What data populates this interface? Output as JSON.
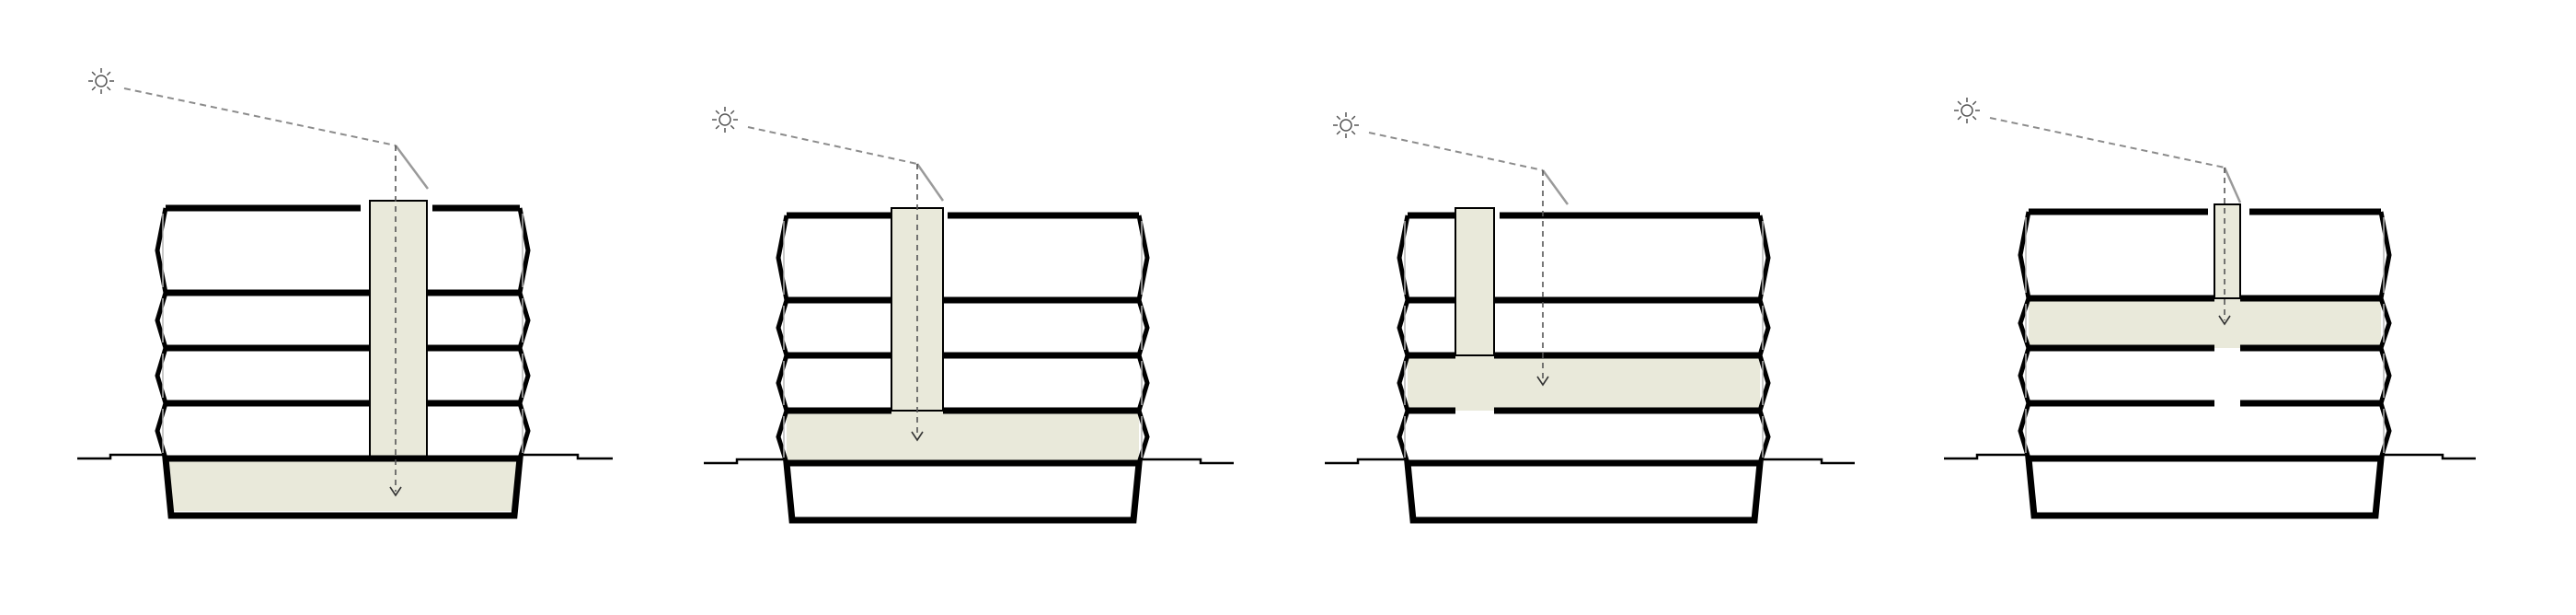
{
  "diagram": {
    "panels": [
      {
        "id": "panel-1",
        "lit_level": "basement",
        "shaft_depth": "basement"
      },
      {
        "id": "panel-2",
        "lit_level": "ground-floor",
        "shaft_depth": "ground-floor"
      },
      {
        "id": "panel-3",
        "lit_level": "second-floor",
        "shaft_depth": "second-floor"
      },
      {
        "id": "panel-4",
        "lit_level": "fourth-floor",
        "shaft_depth": "fourth-floor"
      }
    ],
    "icons": [
      "sun-icon",
      "light-ray",
      "reflector",
      "light-shaft",
      "down-arrow"
    ],
    "colors": {
      "fill": "#e9e9da",
      "wall": "#000000",
      "ray": "#8c8c8c",
      "reflector": "#9a9a9a",
      "glazing": "#b5b5b5",
      "background": "#ffffff"
    }
  }
}
